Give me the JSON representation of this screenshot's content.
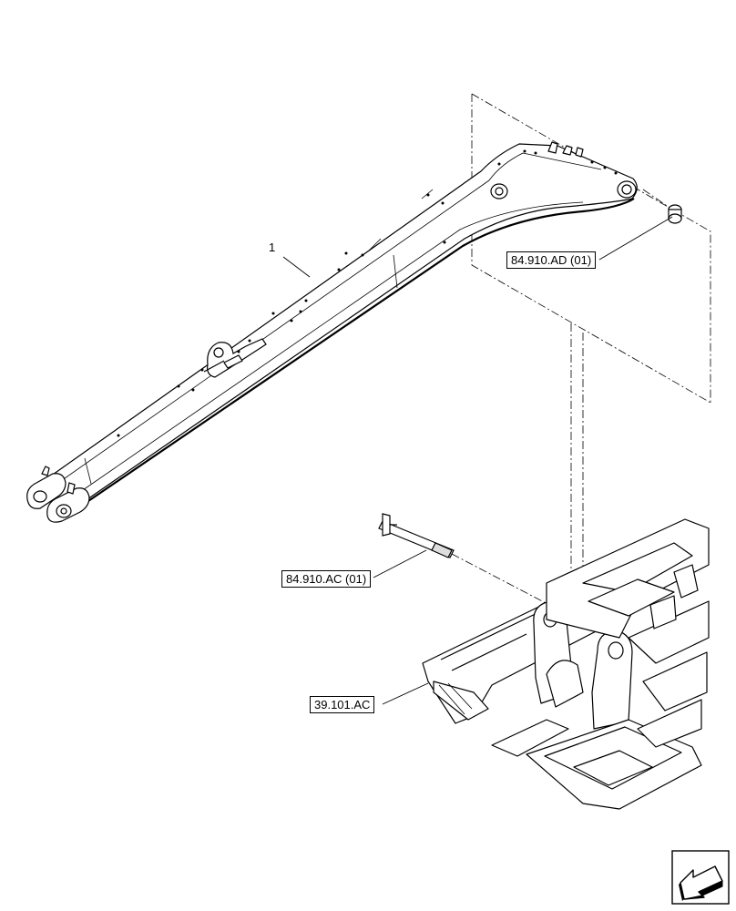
{
  "callouts": {
    "ref_ad": "84.910.AD (01)",
    "ref_ac": "84.910.AC (01)",
    "ref_frame": "39.101.AC"
  },
  "item_number": "1",
  "icons": {
    "nav": "next-page-arrow-icon"
  },
  "colors": {
    "line": "#000000",
    "background": "#ffffff"
  }
}
